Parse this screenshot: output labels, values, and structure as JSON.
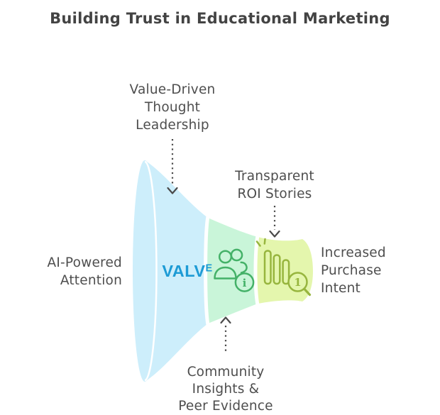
{
  "title": "Building Trust in Educational Marketing",
  "colors": {
    "title_text": "#434343",
    "label_text": "#4e4e4e",
    "arrow": "#4a4a4a",
    "brand_blue": "#1d9bd5",
    "separator_white": "#ffffff",
    "icon_green": "#44b168",
    "icon_olive": "#97b53e"
  },
  "funnel": {
    "brand": {
      "text": "VALV",
      "superscript": "E"
    },
    "segments": [
      {
        "id": "attention",
        "color": "#cdeefb",
        "content": "brand-logo"
      },
      {
        "id": "community",
        "color": "#c9f5d9",
        "content": "users-info-icon"
      },
      {
        "id": "intent",
        "color": "#e4f6ad",
        "content": "bar-chart-magnifier-icon"
      }
    ]
  },
  "icons": {
    "users_badge_letter": "i",
    "magnifier_digit": "1"
  },
  "labels": {
    "top": {
      "lines": [
        "Value-Driven",
        "Thought",
        "Leadership"
      ]
    },
    "roi": {
      "lines": [
        "Transparent",
        "ROI Stories"
      ]
    },
    "left": {
      "lines": [
        "AI-Powered",
        "Attention"
      ]
    },
    "right": {
      "lines": [
        "Increased",
        "Purchase",
        "Intent"
      ]
    },
    "bottom": {
      "lines": [
        "Community",
        "Insights &",
        "Peer Evidence"
      ]
    }
  }
}
